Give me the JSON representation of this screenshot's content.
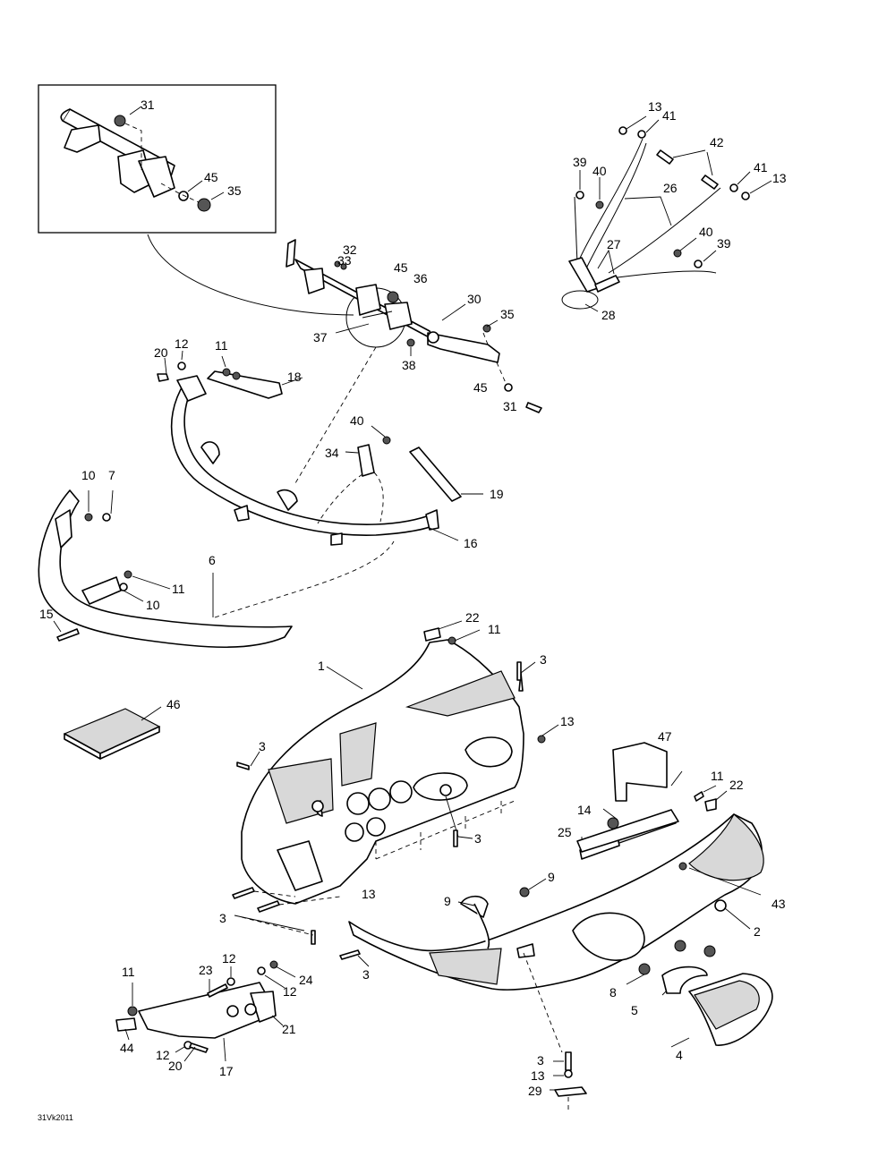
{
  "diagram_code": "31Vk2011",
  "callouts": [
    "1",
    "2",
    "3",
    "4",
    "5",
    "6",
    "7",
    "8",
    "9",
    "10",
    "11",
    "12",
    "13",
    "14",
    "15",
    "16",
    "17",
    "18",
    "19",
    "20",
    "21",
    "22",
    "23",
    "24",
    "25",
    "26",
    "27",
    "28",
    "29",
    "30",
    "31",
    "32",
    "33",
    "34",
    "35",
    "36",
    "37",
    "38",
    "39",
    "40",
    "41",
    "42",
    "43",
    "44",
    "45",
    "46",
    "47"
  ],
  "labels": [
    {
      "n": "31"
    },
    {
      "n": "45"
    },
    {
      "n": "35"
    },
    {
      "n": "32"
    },
    {
      "n": "33"
    },
    {
      "n": "45"
    },
    {
      "n": "36"
    },
    {
      "n": "30"
    },
    {
      "n": "35"
    },
    {
      "n": "37"
    },
    {
      "n": "38"
    },
    {
      "n": "45"
    },
    {
      "n": "31"
    },
    {
      "n": "13"
    },
    {
      "n": "41"
    },
    {
      "n": "42"
    },
    {
      "n": "39"
    },
    {
      "n": "40"
    },
    {
      "n": "26"
    },
    {
      "n": "41"
    },
    {
      "n": "13"
    },
    {
      "n": "27"
    },
    {
      "n": "40"
    },
    {
      "n": "39"
    },
    {
      "n": "28"
    },
    {
      "n": "20"
    },
    {
      "n": "12"
    },
    {
      "n": "11"
    },
    {
      "n": "18"
    },
    {
      "n": "40"
    },
    {
      "n": "34"
    },
    {
      "n": "19"
    },
    {
      "n": "16"
    },
    {
      "n": "10"
    },
    {
      "n": "7"
    },
    {
      "n": "6"
    },
    {
      "n": "11"
    },
    {
      "n": "10"
    },
    {
      "n": "15"
    },
    {
      "n": "22"
    },
    {
      "n": "11"
    },
    {
      "n": "1"
    },
    {
      "n": "3"
    },
    {
      "n": "46"
    },
    {
      "n": "13"
    },
    {
      "n": "3"
    },
    {
      "n": "47"
    },
    {
      "n": "3"
    },
    {
      "n": "11"
    },
    {
      "n": "22"
    },
    {
      "n": "14"
    },
    {
      "n": "25"
    },
    {
      "n": "43"
    },
    {
      "n": "13"
    },
    {
      "n": "9"
    },
    {
      "n": "9"
    },
    {
      "n": "2"
    },
    {
      "n": "3"
    },
    {
      "n": "3"
    },
    {
      "n": "11"
    },
    {
      "n": "23"
    },
    {
      "n": "12"
    },
    {
      "n": "24"
    },
    {
      "n": "12"
    },
    {
      "n": "21"
    },
    {
      "n": "44"
    },
    {
      "n": "12"
    },
    {
      "n": "20"
    },
    {
      "n": "17"
    },
    {
      "n": "8"
    },
    {
      "n": "5"
    },
    {
      "n": "4"
    },
    {
      "n": "3"
    },
    {
      "n": "13"
    },
    {
      "n": "29"
    }
  ]
}
